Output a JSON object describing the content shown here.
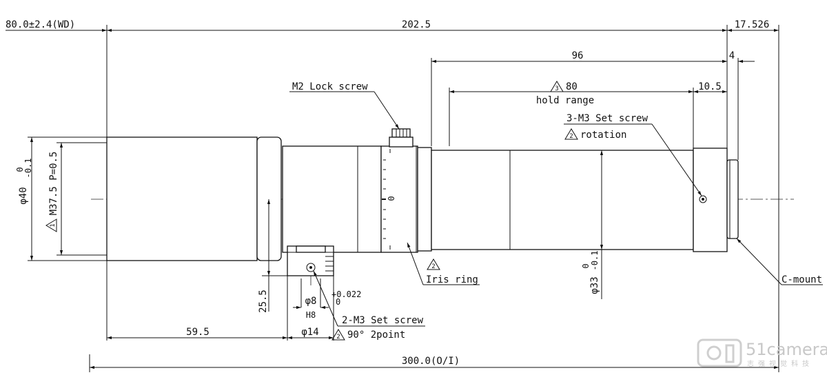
{
  "dimensions": {
    "working_distance": "80.0±2.4(WD)",
    "total_lens": "202.5",
    "flange_back": "17.526",
    "dim_96": "96",
    "dim_4": "4",
    "hold_range_value": "80",
    "hold_range_note_num": "3",
    "hold_range_label": "hold range",
    "dim_10_5": "10.5",
    "front_dia": "φ40",
    "front_dia_tol_upper": "0",
    "front_dia_tol_lower": "-0.1",
    "front_thread": "M37.5 P=0.5",
    "front_thread_note_num": "1",
    "holder_height": "25.5",
    "holder_offset": "59.5",
    "holder_bore": "φ8",
    "holder_bore_fit": "H8",
    "holder_bore_tol_upper": "+0.022",
    "holder_bore_tol_lower": "0",
    "holder_width": "φ14",
    "body_dia": "φ33",
    "body_dia_tol_upper": "0",
    "body_dia_tol_lower": "-0.1",
    "object_to_image": "300.0(O/I)"
  },
  "labels": {
    "lock_screw": "M2 Lock screw",
    "set_screw_3": "3-M3 Set screw",
    "rotation_note_num": "2",
    "rotation": "rotation",
    "iris_note_num": "2",
    "iris_ring": "Iris ring",
    "set_screw_2": "2-M3 Set screw",
    "point_note_num": "2",
    "point_text": "90° 2point",
    "c_mount": "C-mount",
    "iris_scale_zero": "0"
  },
  "watermark": {
    "brand": "51camera",
    "subtitle": "志强视觉科技"
  },
  "colors": {
    "line": "#111111",
    "watermark": "#c8c8c8"
  }
}
